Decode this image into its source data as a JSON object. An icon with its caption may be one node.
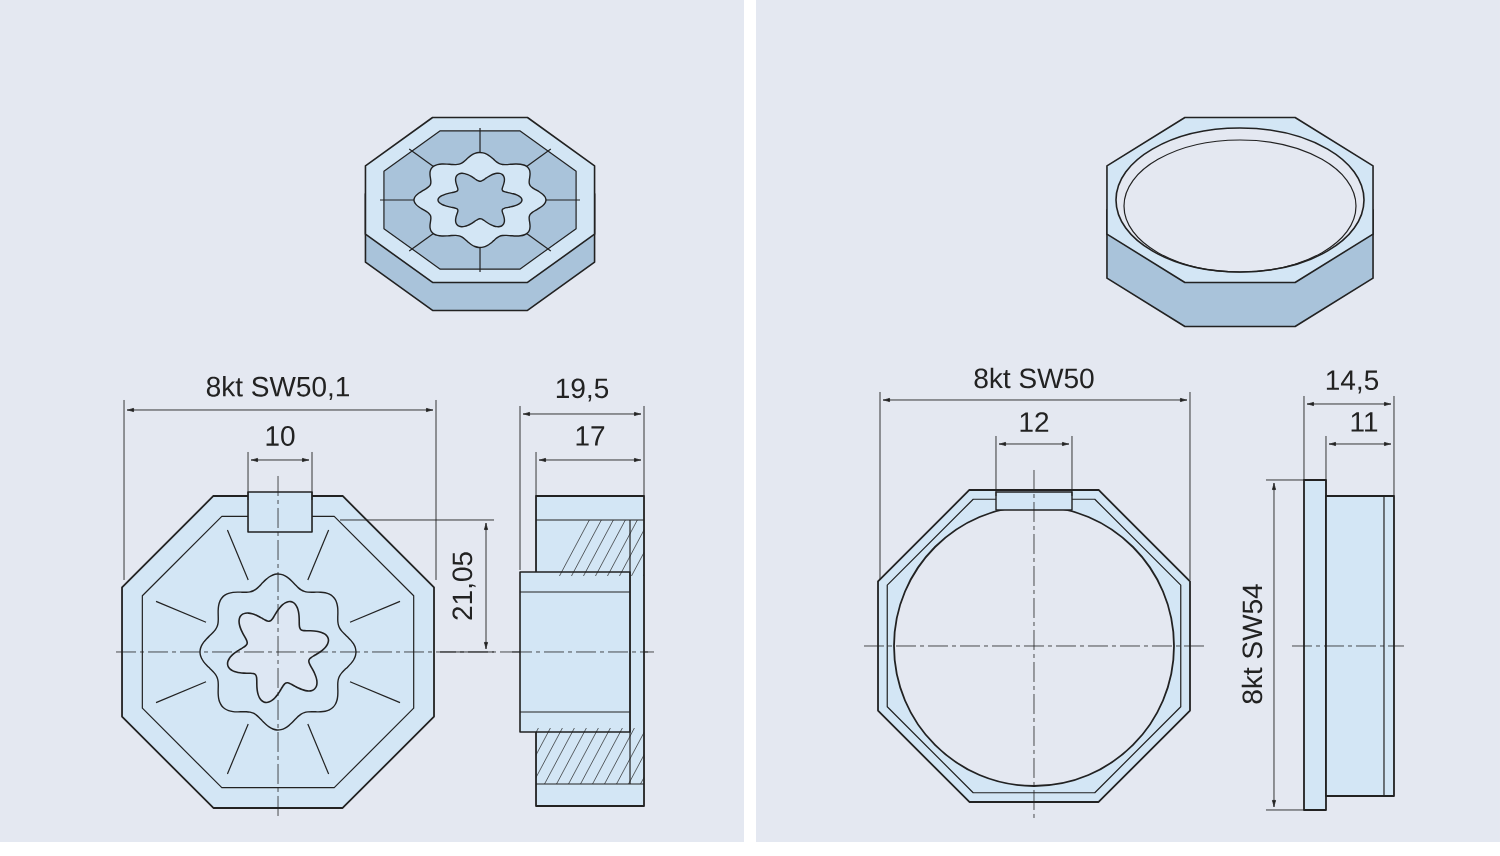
{
  "diagram": {
    "labels": [
      "8kt SW50,1",
      "10",
      "19,5",
      "17",
      "21,05",
      "8kt SW50",
      "12",
      "14,5",
      "11",
      "8kt SW54"
    ]
  }
}
